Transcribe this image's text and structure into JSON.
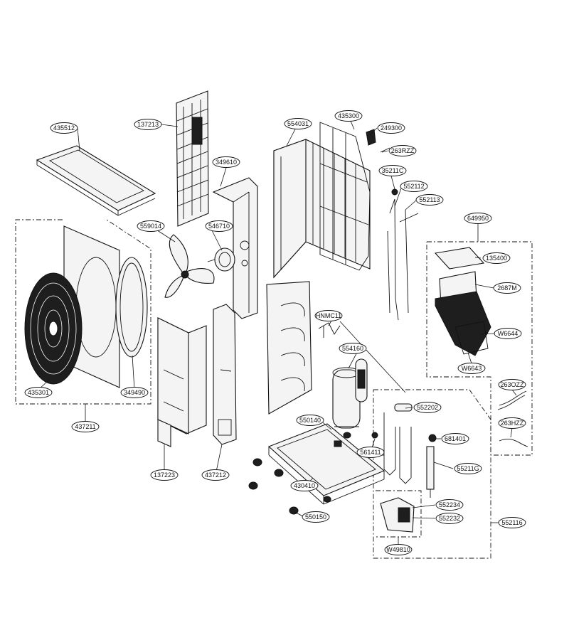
{
  "parts": [
    {
      "id": "p435512",
      "label": "435512"
    },
    {
      "id": "p137213",
      "label": "137213"
    },
    {
      "id": "p554031",
      "label": "554031"
    },
    {
      "id": "p435300",
      "label": "435300"
    },
    {
      "id": "p249300",
      "label": "249300"
    },
    {
      "id": "p263RZZ",
      "label": "263RZZ"
    },
    {
      "id": "p35211C",
      "label": "35211C"
    },
    {
      "id": "p349610",
      "label": "349610"
    },
    {
      "id": "p552112",
      "label": "552112"
    },
    {
      "id": "p552113",
      "label": "552113"
    },
    {
      "id": "p559014",
      "label": "559014"
    },
    {
      "id": "p546710",
      "label": "546710"
    },
    {
      "id": "p649950",
      "label": "649950"
    },
    {
      "id": "p135400",
      "label": "135400"
    },
    {
      "id": "p2687M",
      "label": "2687M"
    },
    {
      "id": "pW6644",
      "label": "W6644"
    },
    {
      "id": "pW6643",
      "label": "W6643"
    },
    {
      "id": "pHNMC11",
      "label": "HNMC11"
    },
    {
      "id": "p554160",
      "label": "554160"
    },
    {
      "id": "p435301",
      "label": "435301"
    },
    {
      "id": "p349490",
      "label": "349490"
    },
    {
      "id": "p263OZZ",
      "label": "263OZZ"
    },
    {
      "id": "p263HZZ",
      "label": "263HZZ"
    },
    {
      "id": "p552202",
      "label": "552202"
    },
    {
      "id": "p550140",
      "label": "550140"
    },
    {
      "id": "p561411",
      "label": "561411"
    },
    {
      "id": "p437211",
      "label": "437211"
    },
    {
      "id": "p681401",
      "label": "681401"
    },
    {
      "id": "p55211G",
      "label": "55211G"
    },
    {
      "id": "p137223",
      "label": "137223"
    },
    {
      "id": "p437212",
      "label": "437212"
    },
    {
      "id": "p430410",
      "label": "430410"
    },
    {
      "id": "p552234",
      "label": "552234"
    },
    {
      "id": "p552232",
      "label": "552232"
    },
    {
      "id": "p552116",
      "label": "552116"
    },
    {
      "id": "p550150",
      "label": "550150"
    },
    {
      "id": "pW49810",
      "label": "W49810"
    }
  ]
}
